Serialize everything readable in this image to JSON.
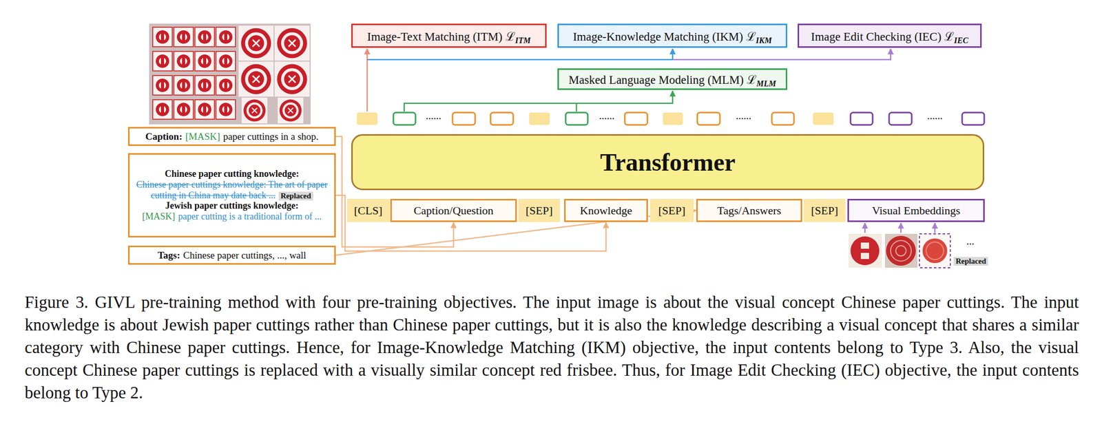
{
  "diagram": {
    "caption": "Figure 3. GIVL pre-training method with four pre-training objectives. The input image is about the visual concept Chinese paper cuttings. The input knowledge is about Jewish paper cuttings rather than Chinese paper cuttings, but it is also the knowledge describing a visual concept that shares a similar category with Chinese paper cuttings. Hence, for Image-Knowledge Matching (IKM) objective, the input contents belong to Type 3. Also, the visual concept Chinese paper cuttings is replaced with a visually similar concept red frisbee. Thus, for Image Edit Checking (IEC) objective, the input contents belong to Type 2.",
    "nodes": [
      {
        "text": [
          "Image-Text Matching (ITM) ℒ",
          "ITM"
        ]
      },
      {
        "text": [
          "Image-Knowledge Matching (IKM) ℒ",
          "IKM"
        ]
      },
      {
        "text": [
          "Image Edit Checking (IEC) ℒ",
          "IEC"
        ]
      },
      {
        "text": [
          "Masked Language Modeling (MLM) ℒ",
          "MLM"
        ]
      },
      {
        "text": [
          "Caption:",
          "[MASK]",
          "paper cuttings in a shop."
        ]
      },
      {
        "text": [
          "Chinese paper cutting knowledge:",
          "Chinese paper cuttings knowledge: The art of paper cutting in China may date back ...",
          "Replaced",
          "Jewish paper cuttings knowledge:",
          "[MASK]",
          "paper cutting is a traditional form of ..."
        ]
      },
      {
        "text": [
          "Tags:",
          "Chinese paper cuttings, ..., wall"
        ]
      },
      {
        "text": [
          "Transformer"
        ]
      },
      {
        "text": [
          "[CLS]"
        ]
      },
      {
        "text": [
          "Caption/Question"
        ]
      },
      {
        "text": [
          "[SEP]"
        ]
      },
      {
        "text": [
          "Knowledge"
        ]
      },
      {
        "text": [
          "[SEP]"
        ]
      },
      {
        "text": [
          "Tags/Answers"
        ]
      },
      {
        "text": [
          "[SEP]"
        ]
      },
      {
        "text": [
          "Visual Embeddings"
        ]
      }
    ],
    "edges": [
      {
        "from": 4,
        "to": 9,
        "arrow": "to"
      },
      {
        "from": 5,
        "to": 11,
        "arrow": "to"
      },
      {
        "from": 6,
        "to": 13,
        "arrow": "to"
      }
    ],
    "labels": [
      "......",
      "......",
      "......",
      "......",
      "...",
      "Replaced"
    ]
  }
}
